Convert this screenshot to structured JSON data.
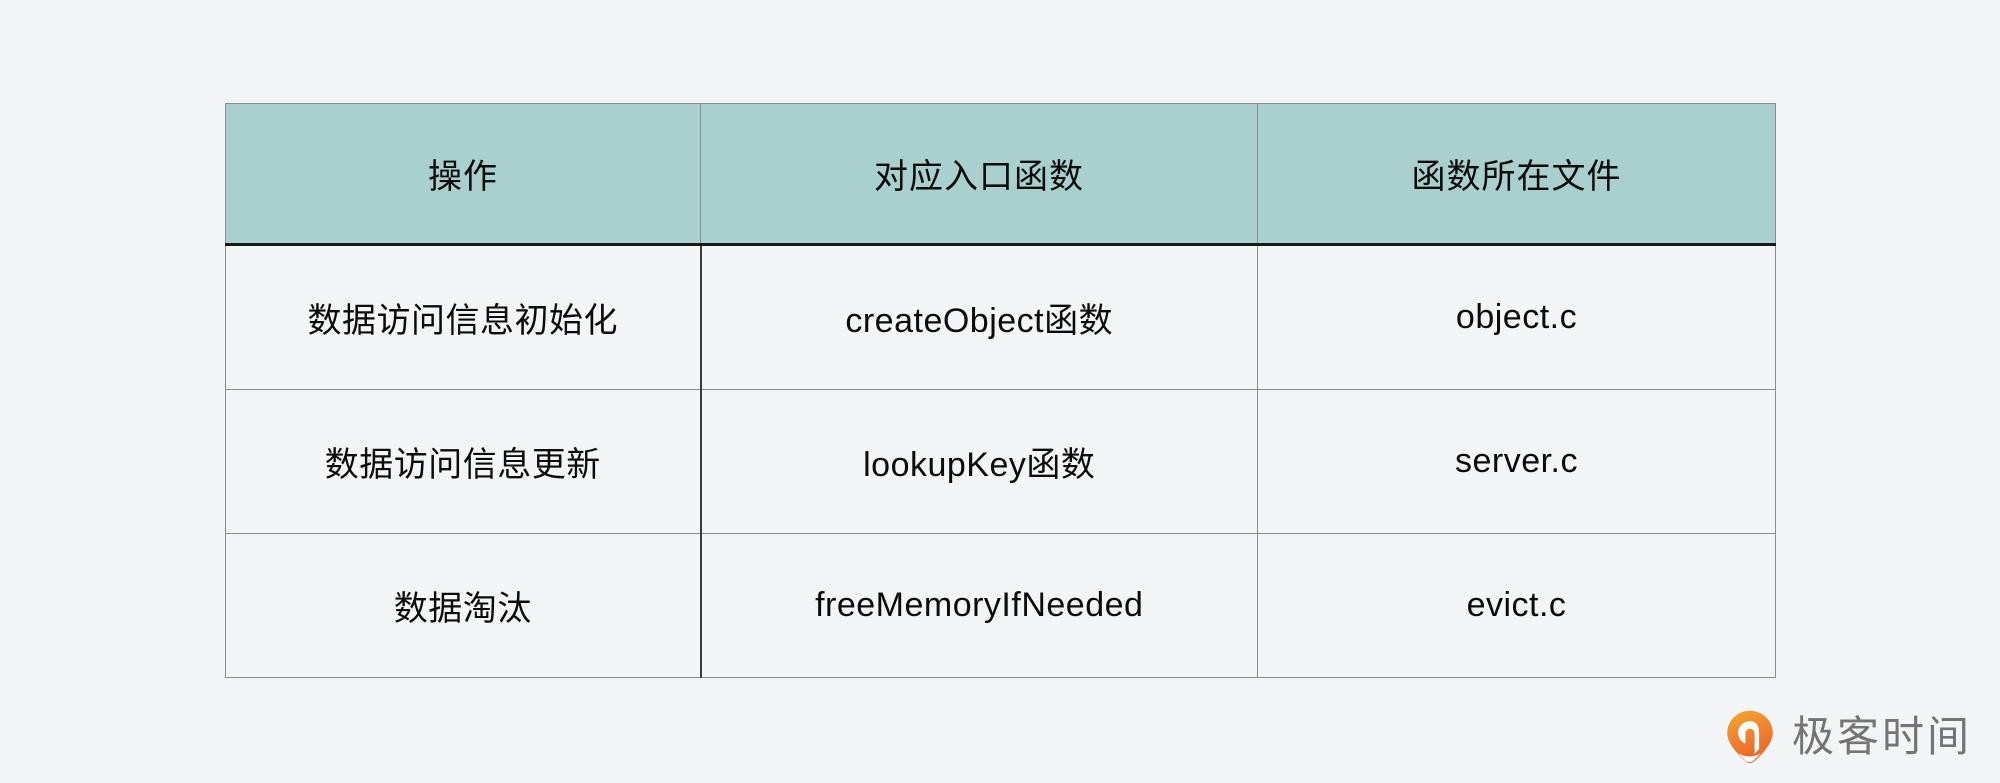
{
  "page": {
    "background_color": "#f4f5f7"
  },
  "table": {
    "header_background": "#a9cfcf",
    "border_color": "#8d8d8d",
    "text_color": "#0b0b0b",
    "columns": [
      {
        "label": "操作"
      },
      {
        "label": "对应入口函数"
      },
      {
        "label": "函数所在文件"
      }
    ],
    "rows": [
      {
        "operation": "数据访问信息初始化",
        "entry_function": "createObject函数",
        "file": "object.c"
      },
      {
        "operation": "数据访问信息更新",
        "entry_function": "lookupKey函数",
        "file": "server.c"
      },
      {
        "operation": "数据淘汰",
        "entry_function": "freeMemoryIfNeeded",
        "file": "evict.c"
      }
    ]
  },
  "watermark": {
    "text": "极客时间",
    "icon": "geektime-pin-logo-icon",
    "accent_color": "#f07c28",
    "text_color": "#6e6e6e"
  }
}
